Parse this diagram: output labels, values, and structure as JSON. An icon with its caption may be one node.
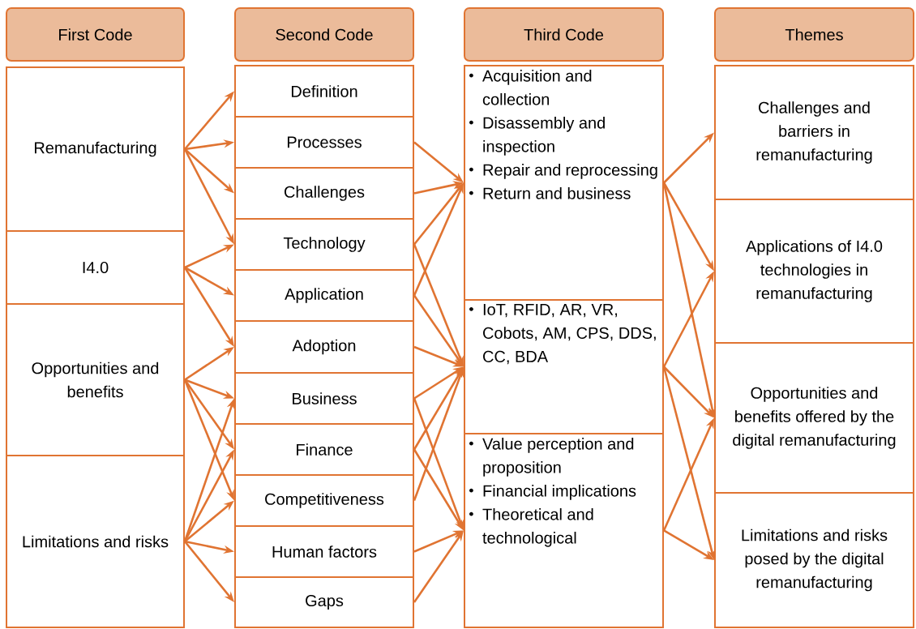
{
  "diagram": {
    "nodes": [
      {
        "text": [
          "First Code"
        ]
      },
      {
        "text": [
          "Second Code"
        ]
      },
      {
        "text": [
          "Third Code"
        ]
      },
      {
        "text": [
          "Themes"
        ]
      },
      {
        "text": [
          "Remanufacturing"
        ]
      },
      {
        "text": [
          "I4.0"
        ]
      },
      {
        "text": [
          "Opportunities and benefits"
        ]
      },
      {
        "text": [
          "Limitations and risks"
        ]
      },
      {
        "text": [
          "Definition"
        ]
      },
      {
        "text": [
          "Processes"
        ]
      },
      {
        "text": [
          "Challenges"
        ]
      },
      {
        "text": [
          "Technology"
        ]
      },
      {
        "text": [
          "Application"
        ]
      },
      {
        "text": [
          "Adoption"
        ]
      },
      {
        "text": [
          "Business"
        ]
      },
      {
        "text": [
          "Finance"
        ]
      },
      {
        "text": [
          "Competitiveness"
        ]
      },
      {
        "text": [
          "Human factors"
        ]
      },
      {
        "text": [
          "Gaps"
        ]
      },
      {
        "text": [
          "Acquisition and collection",
          "Disassembly and inspection",
          "Repair and reprocessing",
          "Return and business"
        ]
      },
      {
        "text": [
          "IoT, RFID, AR, VR, Cobots, AM, CPS, DDS, CC, BDA"
        ]
      },
      {
        "text": [
          "Value perception and proposition",
          "Financial implications",
          "Theoretical and technological"
        ]
      },
      {
        "text": [
          "Challenges and barriers in remanufacturing"
        ]
      },
      {
        "text": [
          "Applications of I4.0 technologies in remanufacturing"
        ]
      },
      {
        "text": [
          "Opportunities and benefits offered by the digital remanufacturing"
        ]
      },
      {
        "text": [
          "Limitations and risks posed by the digital remanufacturing"
        ]
      }
    ],
    "edges": [
      {
        "from": 4,
        "to": 8,
        "arrow": "to"
      },
      {
        "from": 4,
        "to": 9,
        "arrow": "to"
      },
      {
        "from": 4,
        "to": 10,
        "arrow": "to"
      },
      {
        "from": 4,
        "to": 11,
        "arrow": "to"
      },
      {
        "from": 5,
        "to": 11,
        "arrow": "to"
      },
      {
        "from": 5,
        "to": 12,
        "arrow": "to"
      },
      {
        "from": 5,
        "to": 13,
        "arrow": "to"
      },
      {
        "from": 6,
        "to": 13,
        "arrow": "to"
      },
      {
        "from": 6,
        "to": 14,
        "arrow": "to"
      },
      {
        "from": 6,
        "to": 15,
        "arrow": "to"
      },
      {
        "from": 6,
        "to": 16,
        "arrow": "to"
      },
      {
        "from": 7,
        "to": 14,
        "arrow": "to"
      },
      {
        "from": 7,
        "to": 15,
        "arrow": "to"
      },
      {
        "from": 7,
        "to": 16,
        "arrow": "to"
      },
      {
        "from": 7,
        "to": 17,
        "arrow": "to"
      },
      {
        "from": 7,
        "to": 18,
        "arrow": "to"
      },
      {
        "from": 9,
        "to": 19,
        "arrow": "to"
      },
      {
        "from": 10,
        "to": 19,
        "arrow": "to"
      },
      {
        "from": 11,
        "to": 19,
        "arrow": "to"
      },
      {
        "from": 11,
        "to": 20,
        "arrow": "to"
      },
      {
        "from": 12,
        "to": 19,
        "arrow": "to"
      },
      {
        "from": 12,
        "to": 20,
        "arrow": "to"
      },
      {
        "from": 13,
        "to": 20,
        "arrow": "to"
      },
      {
        "from": 14,
        "to": 20,
        "arrow": "to"
      },
      {
        "from": 14,
        "to": 21,
        "arrow": "to"
      },
      {
        "from": 15,
        "to": 20,
        "arrow": "to"
      },
      {
        "from": 15,
        "to": 21,
        "arrow": "to"
      },
      {
        "from": 16,
        "to": 20,
        "arrow": "to"
      },
      {
        "from": 17,
        "to": 21,
        "arrow": "to"
      },
      {
        "from": 18,
        "to": 21,
        "arrow": "to"
      },
      {
        "from": 19,
        "to": 22,
        "arrow": "to"
      },
      {
        "from": 19,
        "to": 23,
        "arrow": "to"
      },
      {
        "from": 19,
        "to": 24,
        "arrow": "to"
      },
      {
        "from": 20,
        "to": 23,
        "arrow": "to"
      },
      {
        "from": 20,
        "to": 24,
        "arrow": "to"
      },
      {
        "from": 20,
        "to": 25,
        "arrow": "to"
      },
      {
        "from": 21,
        "to": 24,
        "arrow": "to"
      },
      {
        "from": 21,
        "to": 25,
        "arrow": "to"
      }
    ]
  }
}
